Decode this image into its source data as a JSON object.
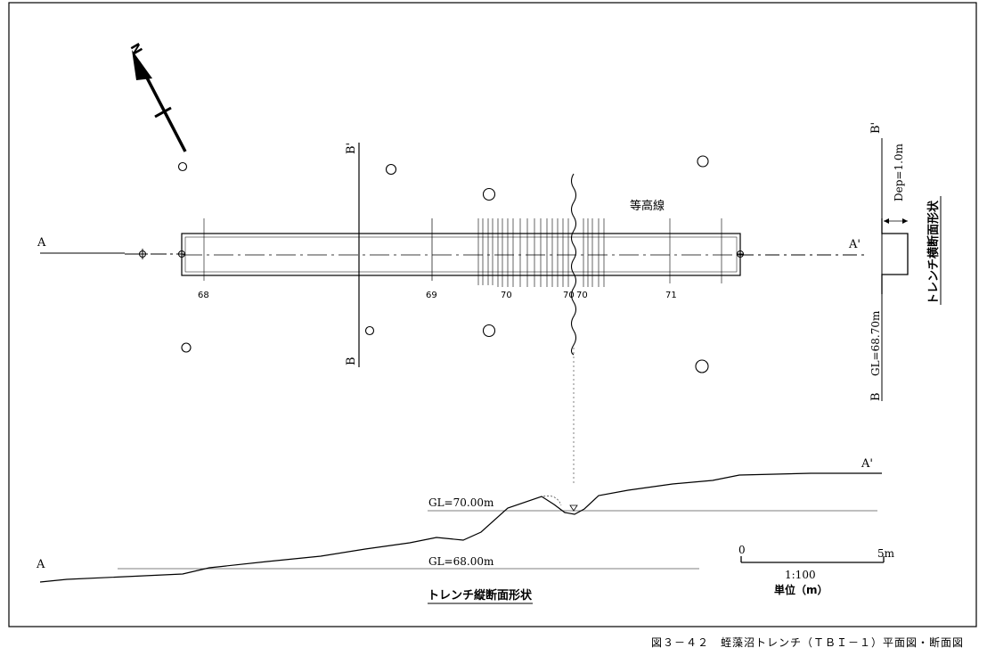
{
  "plan": {
    "north": "N",
    "line_a_start": "A",
    "line_a_end": "A'",
    "line_b_top": "B'",
    "line_b_bottom": "B",
    "contour_label": "等高線",
    "contours": [
      "68",
      "69",
      "70",
      "70",
      "70",
      "71"
    ]
  },
  "cross_section": {
    "top_label": "B'",
    "bottom_label": "B",
    "depth": "Dep=1.0m",
    "ground_level": "GL=68.70m",
    "title": "トレンチ横断面形状"
  },
  "long_section": {
    "start": "A",
    "end": "A'",
    "gl_upper": "GL=70.00m",
    "gl_lower": "GL=68.00m",
    "title": "トレンチ縦断面形状"
  },
  "scale": {
    "min": "0",
    "max": "5m",
    "ratio": "1:100",
    "unit": "単位（m）"
  },
  "caption": "図３－４２　蛭藻沼トレンチ（ＴＢＩ－１）平面図・断面図"
}
